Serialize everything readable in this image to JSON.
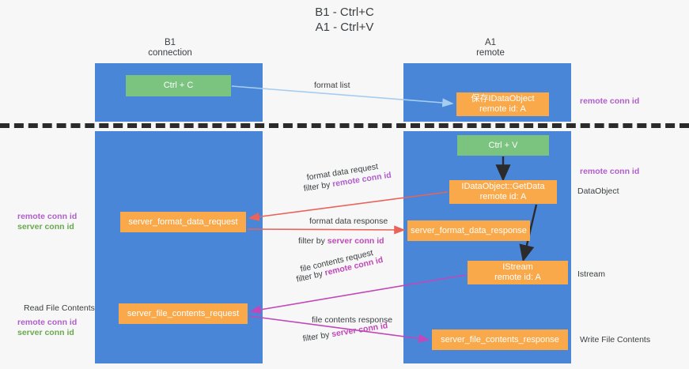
{
  "title": {
    "line1": "B1 - Ctrl+C",
    "line2": "A1 - Ctrl+V"
  },
  "columns": [
    {
      "id": "b1",
      "name": "B1",
      "role": "connection"
    },
    {
      "id": "a1",
      "name": "A1",
      "role": "remote"
    }
  ],
  "colors": {
    "lane": "#4a86d8",
    "green_node": "#7bc47f",
    "orange_node": "#f9a84a",
    "remote_conn_id": "#b05ecb",
    "server_conn_id": "#6aa84f",
    "arrow_blue": "#a6cdf0",
    "arrow_red": "#e8645a",
    "arrow_magenta": "#c048b8",
    "arrow_black": "#2b2b2b",
    "divider": "#2b2b2b",
    "background": "#f7f7f7"
  },
  "nodes": [
    {
      "id": "ctrl-c",
      "kind": "green",
      "line1": "Ctrl + C",
      "line2": ""
    },
    {
      "id": "save-idataobject",
      "kind": "orange",
      "line1": "保存IDataObject",
      "line2": "remote id: A"
    },
    {
      "id": "ctrl-v",
      "kind": "green",
      "line1": "Ctrl + V",
      "line2": ""
    },
    {
      "id": "getdata",
      "kind": "orange",
      "line1": "IDataObject::GetData",
      "line2": "remote id: A"
    },
    {
      "id": "server-format-data-request",
      "kind": "orange",
      "line1": "server_format_data_request",
      "line2": ""
    },
    {
      "id": "server-format-data-response",
      "kind": "orange",
      "line1": "server_format_data_response",
      "line2": ""
    },
    {
      "id": "istream",
      "kind": "orange",
      "line1": "IStream",
      "line2": "remote id: A"
    },
    {
      "id": "server-file-contents-request",
      "kind": "orange",
      "line1": "server_file_contents_request",
      "line2": ""
    },
    {
      "id": "server-file-contents-response",
      "kind": "orange",
      "line1": "server_file_contents_response",
      "line2": ""
    }
  ],
  "flow_labels": {
    "format_list": "format list",
    "format_data_request": "format data request",
    "format_data_response": "format data response",
    "file_contents_request": "file contents request",
    "file_contents_response": "file contents response",
    "filter_by": "filter by ",
    "remote_conn_id": "remote conn id",
    "server_conn_id": "server conn id"
  },
  "side_labels": {
    "remote_conn_id_top": "remote conn id",
    "remote_conn_id_mid": "remote conn id",
    "dataobject": "DataObject",
    "istream": "Istream",
    "write_file_contents": "Write File Contents",
    "read_file_contents": "Read File Contents",
    "left_remote_conn_id_1": "remote conn id",
    "left_server_conn_id_1": "server conn id",
    "left_remote_conn_id_2": "remote conn id",
    "left_server_conn_id_2": "server conn id"
  }
}
